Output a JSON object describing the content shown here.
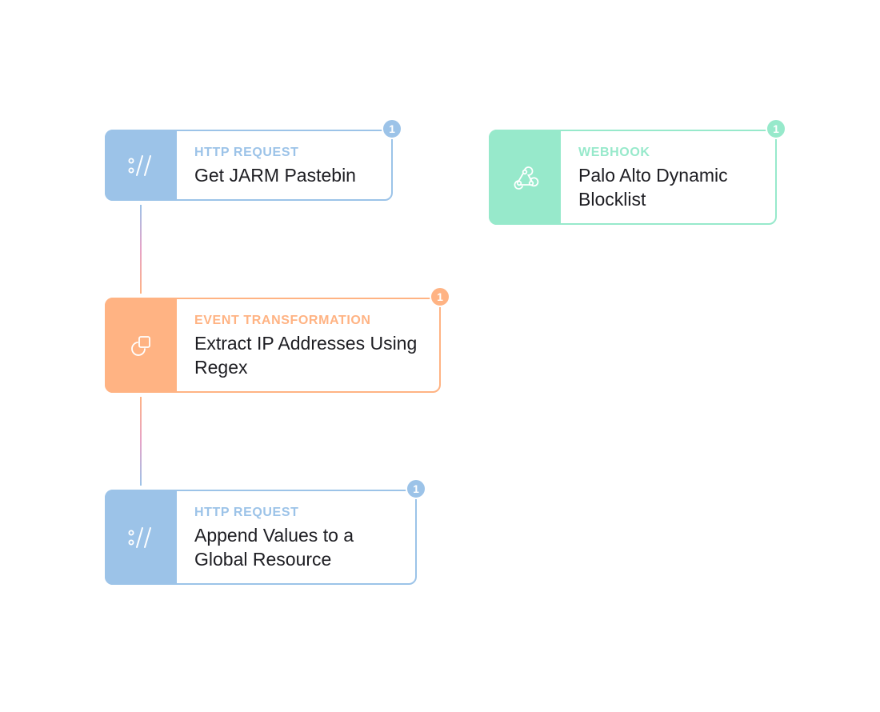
{
  "colors": {
    "http": "#9cc3e8",
    "http_text": "#9cc3e8",
    "webhook": "#97e9cb",
    "webhook_text": "#97e9cb",
    "transform": "#ffb383",
    "transform_text": "#ffb383",
    "name_text": "#1d1d22"
  },
  "nodes": [
    {
      "type": "HTTP REQUEST",
      "name": "Get JARM Pastebin",
      "icon": "http-request-icon",
      "count": "1"
    },
    {
      "type": "WEBHOOK",
      "name": "Palo Alto Dynamic Blocklist",
      "icon": "webhook-icon",
      "count": "1"
    },
    {
      "type": "EVENT TRANSFORMATION",
      "name": "Extract IP Addresses Using Regex",
      "icon": "event-transformation-icon",
      "count": "1"
    },
    {
      "type": "HTTP REQUEST",
      "name": "Append Values to a Global Resource",
      "icon": "http-request-icon",
      "count": "1"
    }
  ]
}
